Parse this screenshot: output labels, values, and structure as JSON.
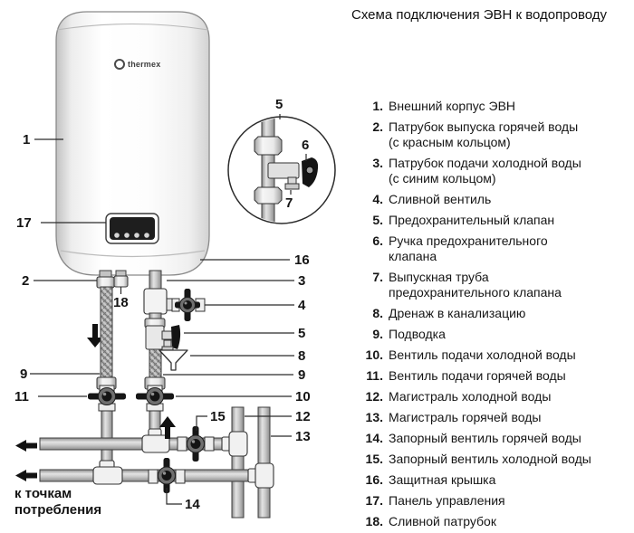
{
  "title": "Схема подключения ЭВН к водопроводу",
  "logo": {
    "text": "thermex"
  },
  "consumption_note": {
    "line1": "к точкам",
    "line2": "потребления"
  },
  "legend": {
    "items": [
      {
        "n": "1.",
        "t": "Внешний корпус ЭВН"
      },
      {
        "n": "2.",
        "t": "Патрубок выпуска горячей воды",
        "t2": "(с красным кольцом)"
      },
      {
        "n": "3.",
        "t": "Патрубок подачи холодной воды",
        "t2": "(с синим кольцом)"
      },
      {
        "n": "4.",
        "t": "Сливной вентиль"
      },
      {
        "n": "5.",
        "t": "Предохранительный клапан"
      },
      {
        "n": "6.",
        "t": "Ручка предохранительного",
        "t2": "клапана"
      },
      {
        "n": "7.",
        "t": "Выпускная труба",
        "t2": "предохранительного клапана"
      },
      {
        "n": "8.",
        "t": "Дренаж в канализацию"
      },
      {
        "n": "9.",
        "t": "Подводка"
      },
      {
        "n": "10.",
        "t": "Вентиль подачи холодной воды"
      },
      {
        "n": "11.",
        "t": "Вентиль подачи горячей воды"
      },
      {
        "n": "12.",
        "t": "Магистраль холодной воды"
      },
      {
        "n": "13.",
        "t": "Магистраль горячей воды"
      },
      {
        "n": "14.",
        "t": "Запорный вентиль горячей воды"
      },
      {
        "n": "15.",
        "t": "Запорный вентиль холодной воды"
      },
      {
        "n": "16.",
        "t": "Защитная крышка"
      },
      {
        "n": "17.",
        "t": "Панель управления"
      },
      {
        "n": "18.",
        "t": "Сливной патрубок"
      }
    ]
  },
  "labels": {
    "n1": "1",
    "n2": "2",
    "n3": "3",
    "n4": "4",
    "n5": "5",
    "n6": "6",
    "n7": "7",
    "n8": "8",
    "n9": "9",
    "n10": "10",
    "n11": "11",
    "n12": "12",
    "n13": "13",
    "n14": "14",
    "n15": "15",
    "n16": "16",
    "n17": "17",
    "n18": "18"
  },
  "colors": {
    "callout_line": "#2b2b2b",
    "pipe_gray": "#b7b7b7",
    "fitting_white": "#f3f3f3",
    "handle_black": "#141414",
    "panel_display": "#1e1e1e",
    "text": "#141414"
  }
}
